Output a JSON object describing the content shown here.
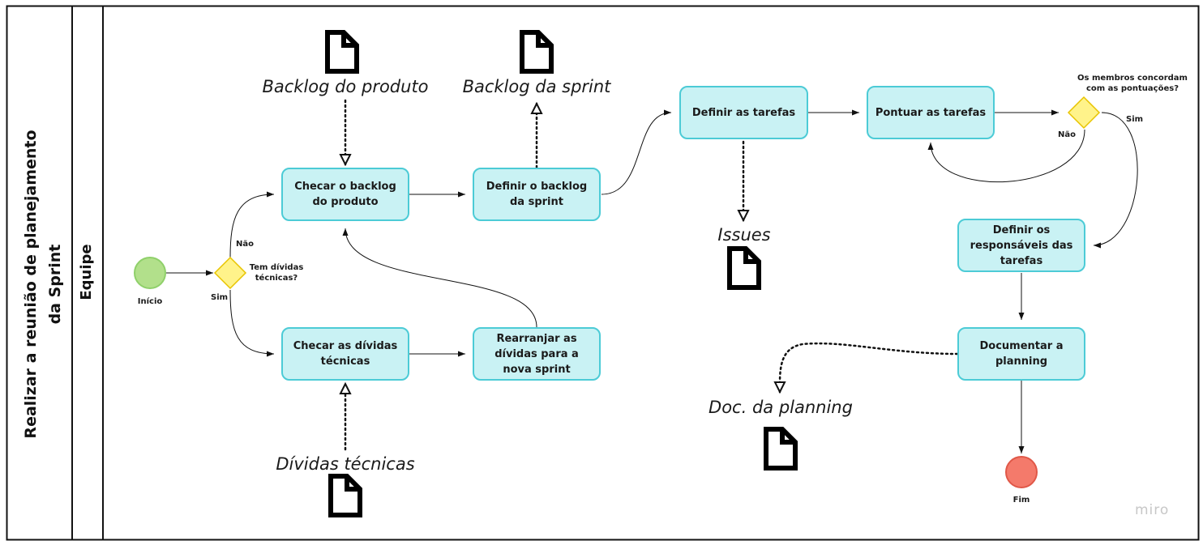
{
  "pool": {
    "title": "Realizar a reunião de planejamento da Sprint"
  },
  "lane": {
    "title": "Equipe"
  },
  "events": {
    "start": "Início",
    "end": "Fim"
  },
  "gateways": {
    "technical_debt": {
      "question": "Tem dívidas técnicas?",
      "yes": "Sim",
      "no": "Não"
    },
    "agreement": {
      "question": "Os membros concordam com as pontuações?",
      "yes": "Sim",
      "no": "Não"
    }
  },
  "tasks": {
    "check_backlog": "Checar o backlog do produto",
    "define_sprint_backlog": "Definir o backlog da sprint",
    "check_debts": "Checar as dívidas técnicas",
    "rearrange_debts": "Rearranjar as dívidas para a nova sprint",
    "define_tasks": "Definir as tarefas",
    "score_tasks": "Pontuar as tarefas",
    "define_owners": "Definir os responsáveis das tarefas",
    "document_planning": "Documentar a planning"
  },
  "documents": {
    "product_backlog": "Backlog do produto",
    "sprint_backlog": "Backlog da sprint",
    "technical_debts": "Dívidas técnicas",
    "issues": "Issues",
    "planning_doc": "Doc. da planning"
  },
  "colors": {
    "task_fill": "#c9f2f4",
    "task_border": "#4ccbd6",
    "start_fill": "#b2e08b",
    "end_fill": "#f47a6b",
    "gateway_fill": "#fff38a",
    "gateway_border": "#e8c400"
  },
  "brand": "miro"
}
